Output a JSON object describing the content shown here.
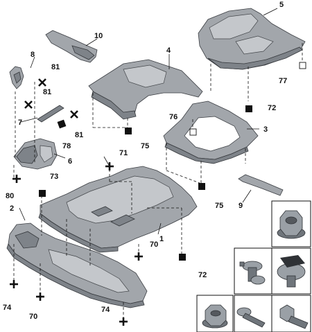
{
  "callouts": {
    "c1": "1",
    "c2": "2",
    "c3": "3",
    "c4": "4",
    "c5": "5",
    "c6": "6",
    "c7": "7",
    "c8": "8",
    "c9": "9",
    "c10": "10",
    "c70a": "70",
    "c70b": "70",
    "c71": "71",
    "c72a": "72",
    "c72b": "72",
    "c73": "73",
    "c74a": "74",
    "c74b": "74",
    "c75a": "75",
    "c75b": "75",
    "c76": "76",
    "c77": "77",
    "c78": "78",
    "c80": "80",
    "c81a": "81",
    "c81b": "81",
    "c81c": "81"
  }
}
